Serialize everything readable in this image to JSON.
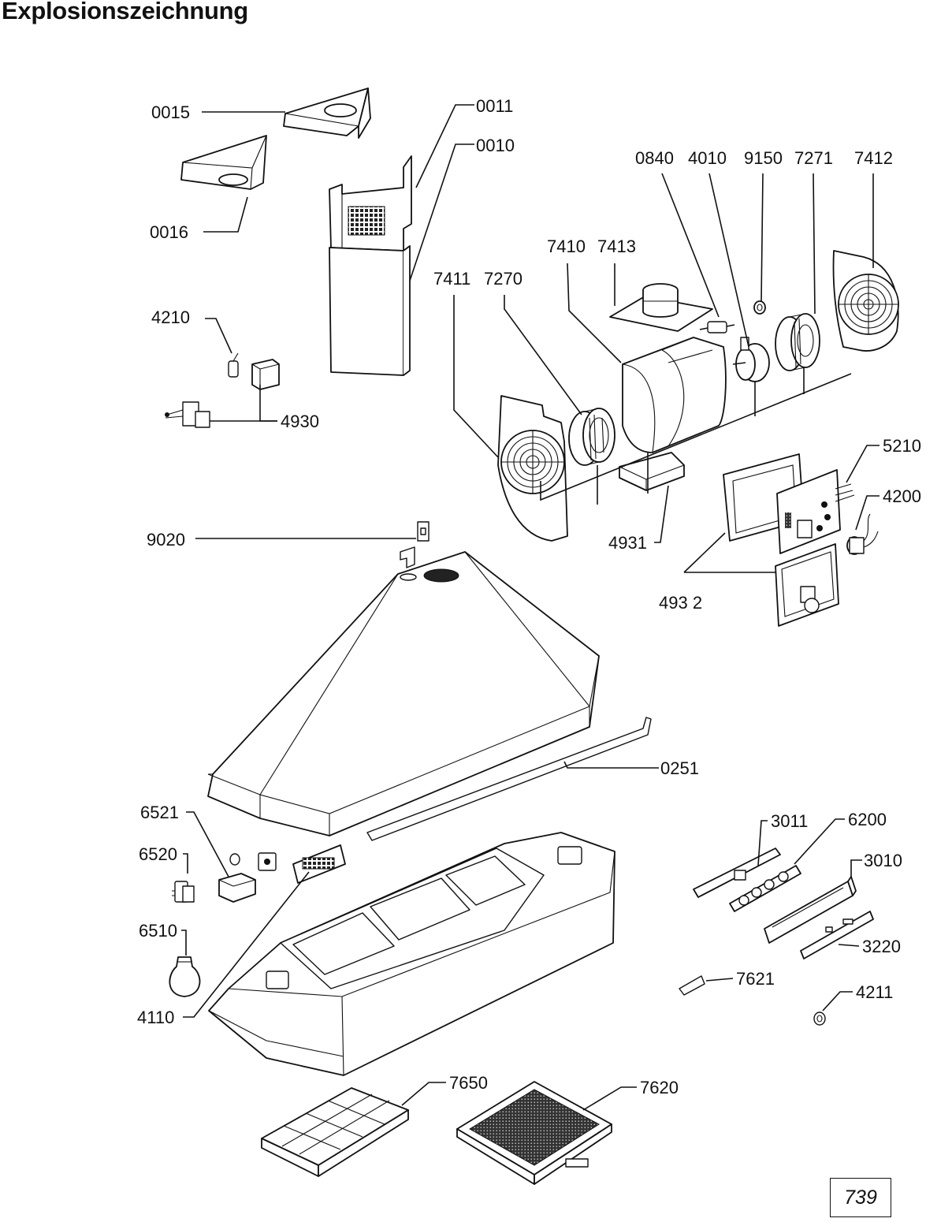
{
  "title": "Explosionszeichnung",
  "page_number": "739",
  "parts": [
    {
      "id": "p0015",
      "label": "0015"
    },
    {
      "id": "p0011",
      "label": "0011"
    },
    {
      "id": "p0010",
      "label": "0010"
    },
    {
      "id": "p0016",
      "label": "0016"
    },
    {
      "id": "p0840",
      "label": "0840"
    },
    {
      "id": "p4010",
      "label": "4010"
    },
    {
      "id": "p9150",
      "label": "9150"
    },
    {
      "id": "p7271",
      "label": "7271"
    },
    {
      "id": "p7412",
      "label": "7412"
    },
    {
      "id": "p7410",
      "label": "7410"
    },
    {
      "id": "p7413",
      "label": "7413"
    },
    {
      "id": "p7411",
      "label": "7411"
    },
    {
      "id": "p7270",
      "label": "7270"
    },
    {
      "id": "p4210",
      "label": "4210"
    },
    {
      "id": "p4930",
      "label": "4930"
    },
    {
      "id": "p5210",
      "label": "5210"
    },
    {
      "id": "p4200",
      "label": "4200"
    },
    {
      "id": "p9020",
      "label": "9020"
    },
    {
      "id": "p4931",
      "label": "4931"
    },
    {
      "id": "p4932",
      "label": "493 2"
    },
    {
      "id": "p0251",
      "label": "0251"
    },
    {
      "id": "p6521",
      "label": "6521"
    },
    {
      "id": "p6520",
      "label": "6520"
    },
    {
      "id": "p6510",
      "label": "6510"
    },
    {
      "id": "p4110",
      "label": "4110"
    },
    {
      "id": "p3011",
      "label": "3011"
    },
    {
      "id": "p6200",
      "label": "6200"
    },
    {
      "id": "p3010",
      "label": "3010"
    },
    {
      "id": "p3220",
      "label": "3220"
    },
    {
      "id": "p7621",
      "label": "7621"
    },
    {
      "id": "p4211",
      "label": "4211"
    },
    {
      "id": "p7650",
      "label": "7650"
    },
    {
      "id": "p7620",
      "label": "7620"
    }
  ]
}
